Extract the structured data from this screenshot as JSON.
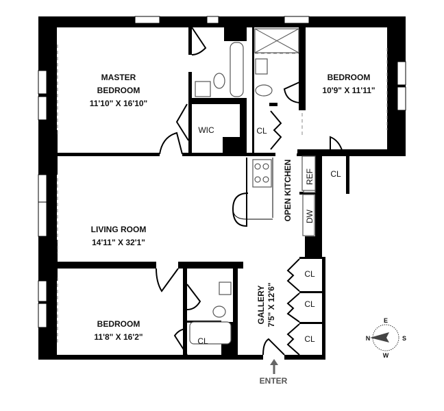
{
  "rooms": {
    "master_bedroom": {
      "name_line1": "MASTER",
      "name_line2": "BEDROOM",
      "size": "11'10\" X 16'10\""
    },
    "bedroom_east": {
      "name": "BEDROOM",
      "size": "10'9\" X 11'11\""
    },
    "living_room": {
      "name": "LIVING ROOM",
      "size": "14'11\" X 32'1\""
    },
    "bedroom_south": {
      "name": "BEDROOM",
      "size": "11'8\" X 16'2\""
    },
    "gallery": {
      "name": "GALLERY",
      "size": "7'5\" X 12'6\""
    },
    "kitchen": {
      "name": "OPEN KITCHEN"
    }
  },
  "labels": {
    "wic": "WIC",
    "closet": "CL",
    "ref": "REF",
    "dw": "DW",
    "enter": "ENTER"
  },
  "compass": {
    "n": "N",
    "e": "E",
    "s": "S",
    "w": "W"
  }
}
